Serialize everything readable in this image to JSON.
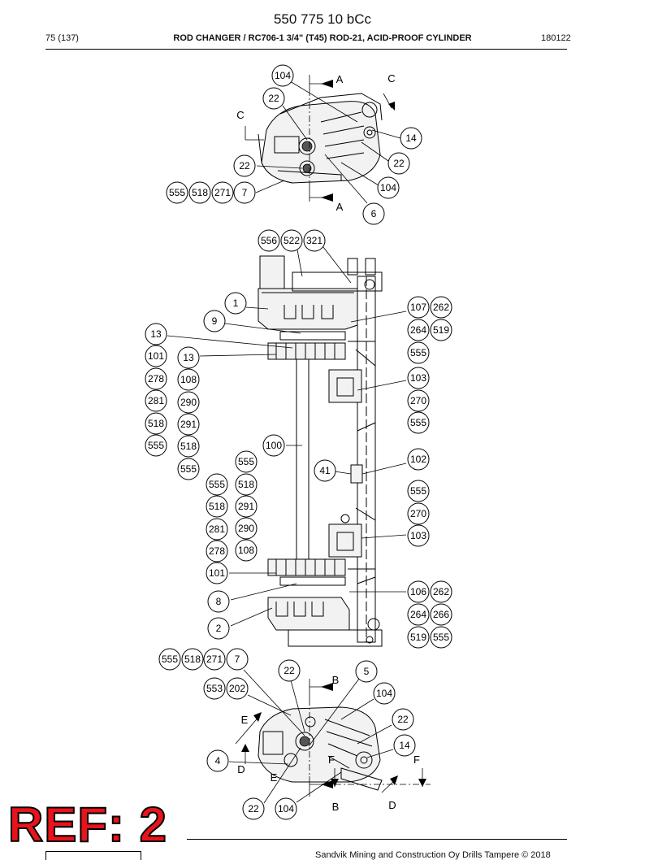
{
  "header": {
    "doc_number": "550 775 10 bCc",
    "page": "75 (137)",
    "title": "ROD CHANGER / RC706-1 3/4\" (T45) ROD-21, ACID-PROOF CYLINDER",
    "date_code": "180122"
  },
  "footer": {
    "copyright": "Sandvik Mining and Construction Oy Drills Tampere © 2018"
  },
  "stamp": {
    "text": "REF: 2",
    "color": "#e8141c"
  },
  "view_labels": {
    "a_top": "A",
    "a_bottom": "A",
    "c_left": "C",
    "c_right": "C",
    "b_top": "B",
    "b_bottom": "B",
    "e_top": "E",
    "e_bottom": "E",
    "d_left": "D",
    "d_right": "D",
    "f_left": "F",
    "f_right": "F"
  },
  "balloons": {
    "t104a": "104",
    "t22a": "22",
    "t14": "14",
    "t22b": "22",
    "t22c": "22",
    "t104b": "104",
    "t555": "555",
    "t518": "518",
    "t271": "271",
    "t7": "7",
    "t6": "6",
    "m556": "556",
    "m522": "522",
    "m321": "321",
    "m1": "1",
    "m9": "9",
    "m107": "107",
    "m262a": "262",
    "m264a": "264",
    "m519a": "519",
    "m555a": "555",
    "m13a": "13",
    "m101a": "101",
    "m13b": "13",
    "m278a": "278",
    "m108a": "108",
    "m281a": "281",
    "m290a": "290",
    "m518a": "518",
    "m291a": "291",
    "m555b": "555",
    "m518b": "518",
    "m555c": "555",
    "m100": "100",
    "m555d": "555",
    "m41": "41",
    "m103a": "103",
    "m270a": "270",
    "m555e": "555",
    "m102": "102",
    "m555f": "555",
    "m518c": "518",
    "m555g": "555",
    "m518d": "518",
    "m291b": "291",
    "m281b": "281",
    "m290b": "290",
    "m278b": "278",
    "m108b": "108",
    "m270b": "270",
    "m103b": "103",
    "m101b": "101",
    "m106": "106",
    "m262b": "262",
    "m8": "8",
    "m264b": "264",
    "m266": "266",
    "m2": "2",
    "m519b": "519",
    "m555h": "555",
    "b555": "555",
    "b518": "518",
    "b271": "271",
    "b7": "7",
    "b22a": "22",
    "b5": "5",
    "b553": "553",
    "b202": "202",
    "b104a": "104",
    "b22b": "22",
    "b14": "14",
    "b4": "4",
    "b22c": "22",
    "b104b": "104"
  }
}
